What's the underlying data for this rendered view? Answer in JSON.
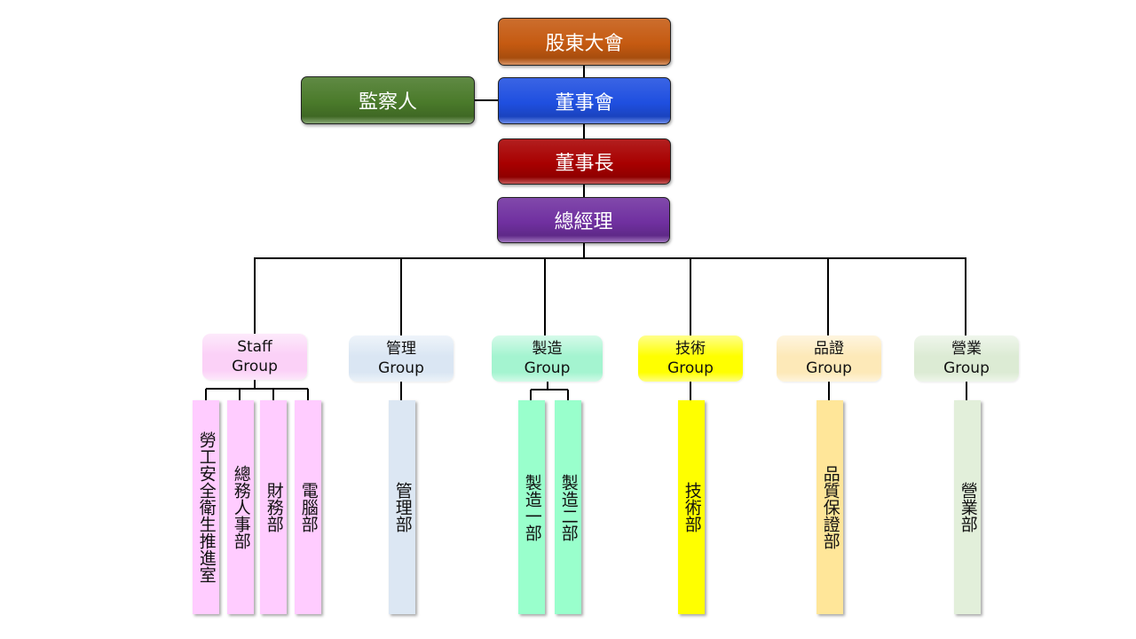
{
  "top": {
    "shareholders": {
      "label": "股東大會",
      "color": "#c55a11"
    },
    "board": {
      "label": "董事會",
      "color": "#1f4fe0"
    },
    "supervisor": {
      "label": "監察人",
      "color": "#4a7a2a"
    },
    "chairman": {
      "label": "董事長",
      "color": "#a80000"
    },
    "gm": {
      "label": "總經理",
      "color": "#7030a0"
    }
  },
  "groups": [
    {
      "label": "Staff\nGroup",
      "color": "#fbd1f7"
    },
    {
      "label": "管理\nGroup",
      "color": "#dae6f3"
    },
    {
      "label": "製造\nGroup",
      "color": "#a4f4d0"
    },
    {
      "label": "技術\nGroup",
      "color": "#ffff00"
    },
    {
      "label": "品證\nGroup",
      "color": "#fde9b8"
    },
    {
      "label": "營業\nGroup",
      "color": "#dcebd4"
    }
  ],
  "departments": [
    {
      "label": "勞工安全衛生推進室",
      "color": "#ffccff"
    },
    {
      "label": "總務人事部",
      "color": "#ffccff"
    },
    {
      "label": "財務部",
      "color": "#ffccff"
    },
    {
      "label": "電腦部",
      "color": "#ffccff"
    },
    {
      "label": "管理部",
      "color": "#dce7f3"
    },
    {
      "label": "製造一部",
      "color": "#99ffcc"
    },
    {
      "label": "製造二部",
      "color": "#99ffcc"
    },
    {
      "label": "技術部",
      "color": "#ffff00"
    },
    {
      "label": "品質保證部",
      "color": "#ffe699"
    },
    {
      "label": "營業部",
      "color": "#e2efda"
    }
  ]
}
